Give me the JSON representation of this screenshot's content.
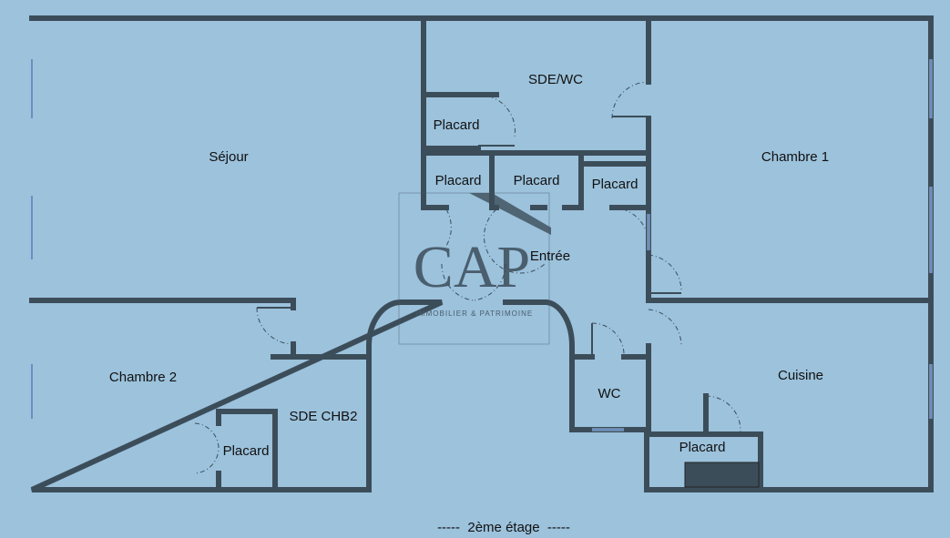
{
  "rooms": {
    "sejour": "Séjour",
    "sde_wc": "SDE/WC",
    "placard_top": "Placard",
    "placard_row_1": "Placard",
    "placard_row_2": "Placard",
    "placard_row_3": "Placard",
    "chambre1": "Chambre 1",
    "entree": "Entrée",
    "chambre2": "Chambre 2",
    "sde_chb2": "SDE CHB2",
    "placard_chb2": "Placard",
    "wc": "WC",
    "cuisine": "Cuisine",
    "placard_cuisine": "Placard"
  },
  "footer": "-----  2ème étage  -----",
  "watermark": {
    "logo": "CAP",
    "tagline": "IMMOBILIER & PATRIMOINE"
  },
  "colors": {
    "background": "#9cc2dc",
    "wall": "#3c4d5a"
  }
}
